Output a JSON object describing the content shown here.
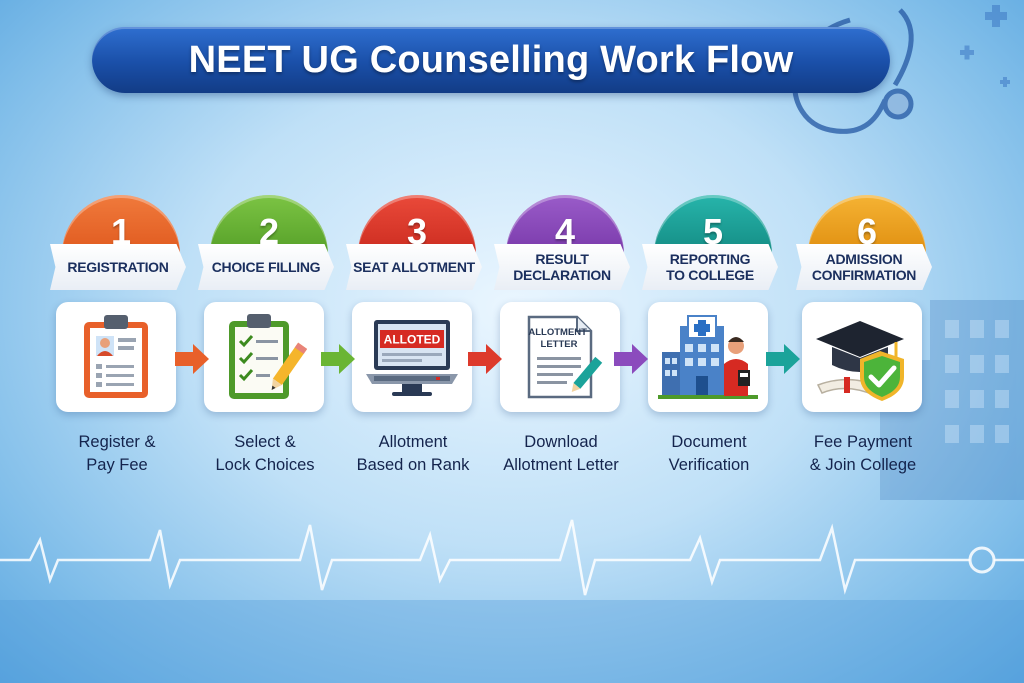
{
  "title": "NEET UG Counselling Work Flow",
  "colors": {
    "step1": "#e8602a",
    "step2": "#6ab534",
    "step3": "#dd3a2c",
    "step4": "#8b4bbd",
    "step5": "#1ba39a",
    "step6": "#efa21f",
    "title_banner": "#1a4fa8"
  },
  "steps": [
    {
      "number": "1",
      "label": "REGISTRATION",
      "description": "Register &\nPay Fee",
      "icon": "clipboard-profile-icon"
    },
    {
      "number": "2",
      "label": "CHOICE FILLING",
      "description": "Select &\nLock Choices",
      "icon": "checklist-pencil-icon"
    },
    {
      "number": "3",
      "label": "SEAT ALLOTMENT",
      "description": "Allotment\nBased on Rank",
      "icon": "laptop-alloted-icon",
      "icon_text": "ALLOTED"
    },
    {
      "number": "4",
      "label": "RESULT\nDECLARATION",
      "description": "Download\nAllotment Letter",
      "icon": "allotment-letter-icon",
      "icon_text": "ALLOTMENT\nLETTER"
    },
    {
      "number": "5",
      "label": "REPORTING\nTO COLLEGE",
      "description": "Document\nVerification",
      "icon": "hospital-student-icon"
    },
    {
      "number": "6",
      "label": "ADMISSION\nCONFIRMATION",
      "description": "Fee Payment\n& Join College",
      "icon": "graduation-cap-shield-icon"
    }
  ],
  "arrows": [
    {
      "color": "#e8602a"
    },
    {
      "color": "#6ab534"
    },
    {
      "color": "#dd3a2c"
    },
    {
      "color": "#8b4bbd"
    },
    {
      "color": "#1ba39a"
    }
  ]
}
